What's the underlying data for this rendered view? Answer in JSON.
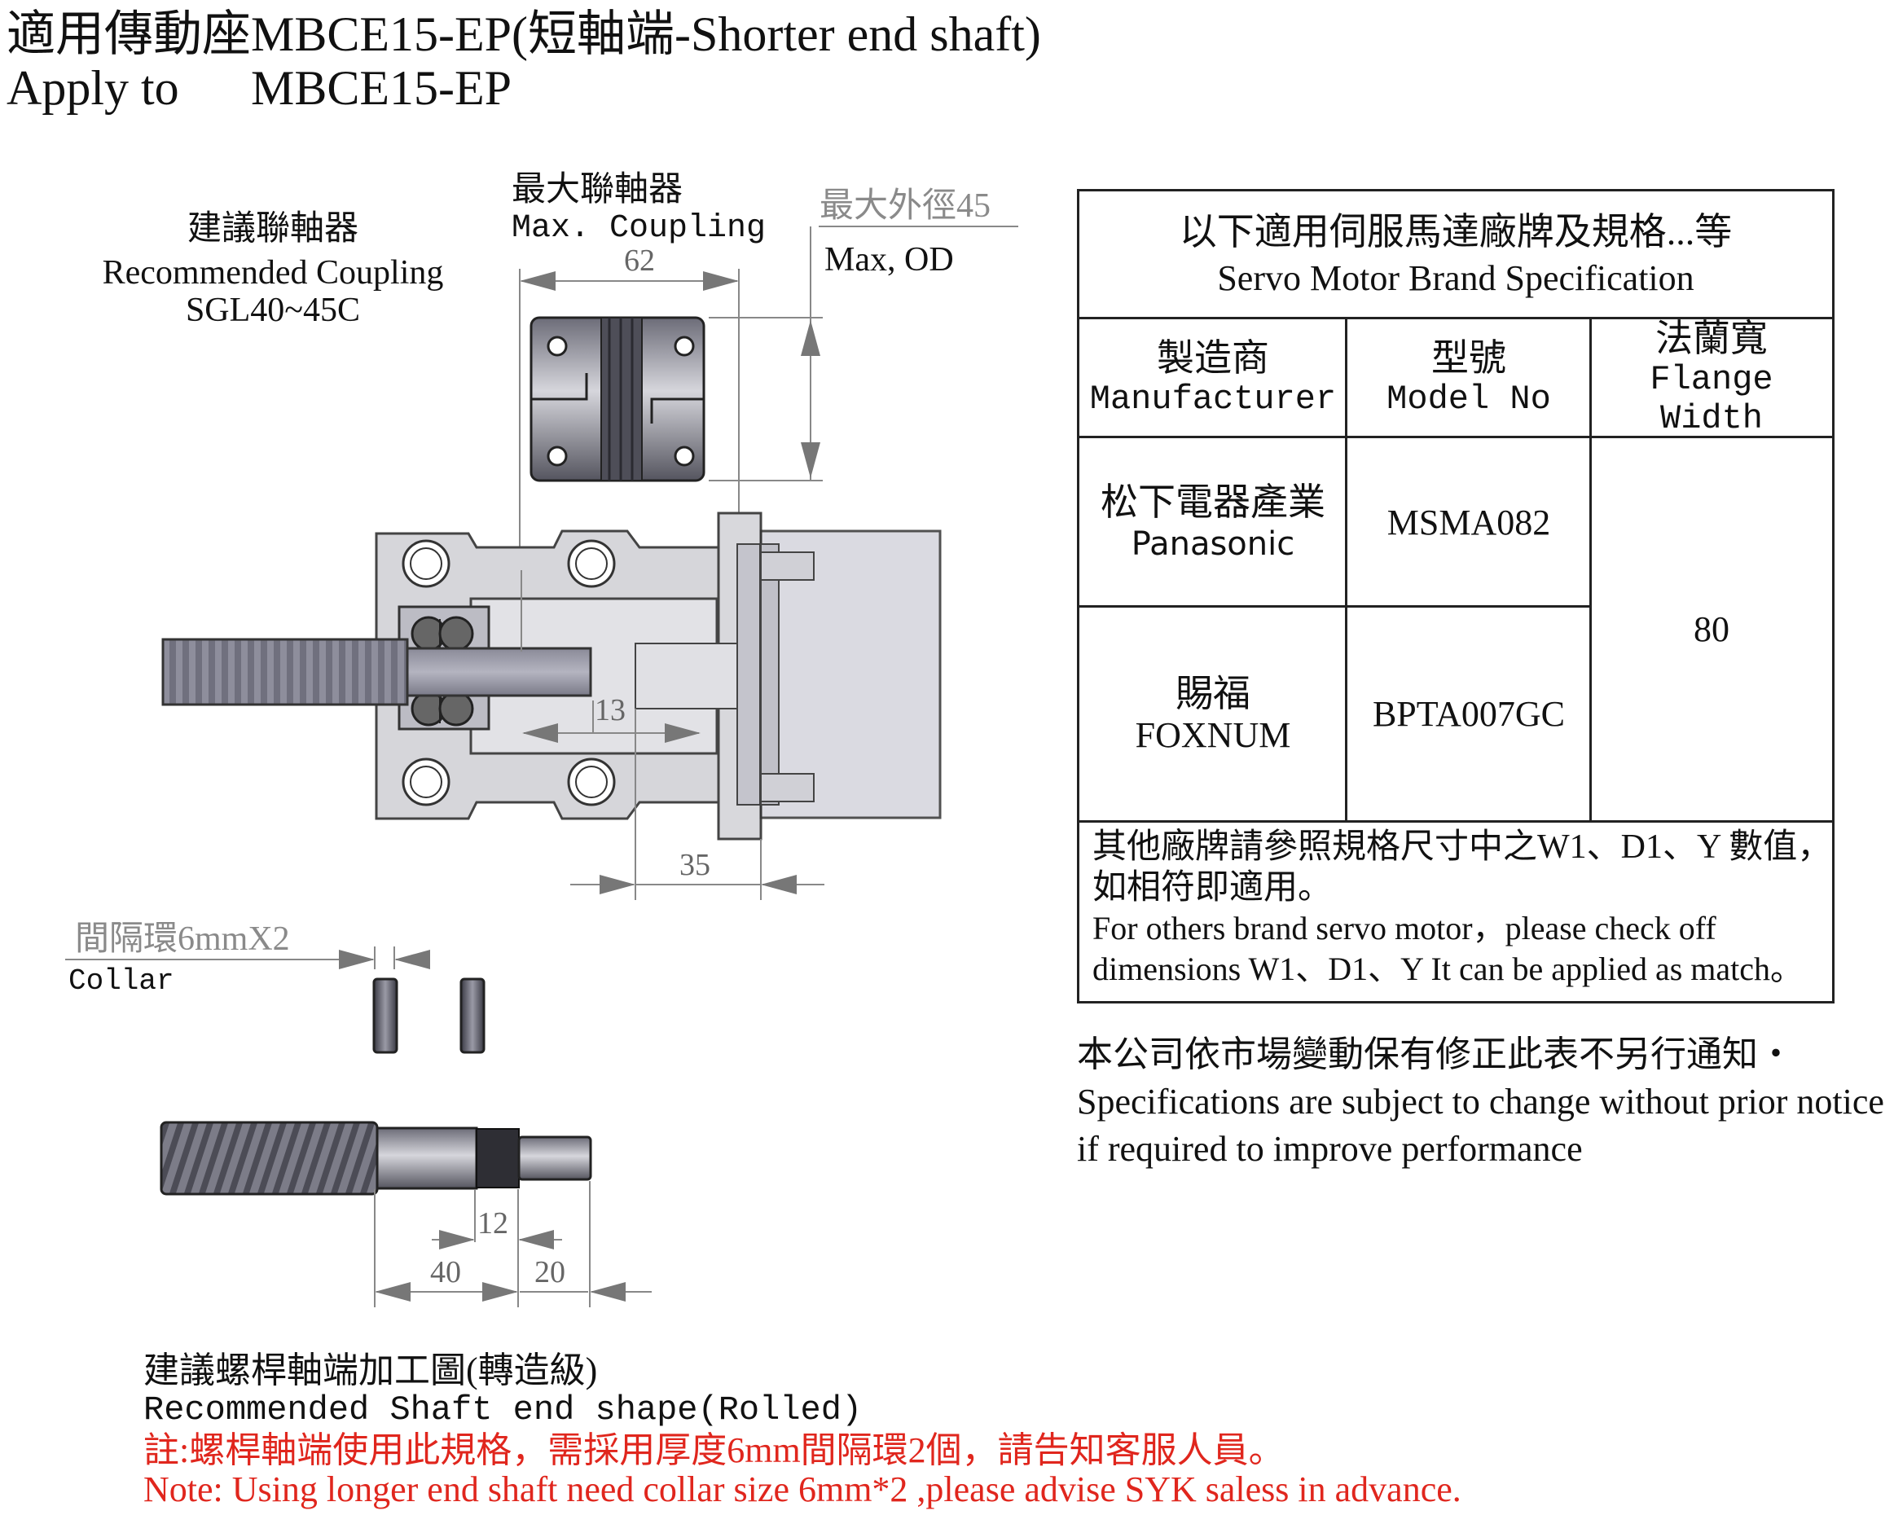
{
  "title": {
    "line1": "適用傳動座MBCE15-EP(短軸端-Shorter end shaft)",
    "line2_prefix": "Apply to",
    "line2_model": "MBCE15-EP"
  },
  "labels": {
    "recommended_coupling_zh": "建議聯軸器",
    "recommended_coupling_en": "Recommended Coupling",
    "recommended_coupling_model": "SGL40~45C",
    "max_coupling_zh": "最大聯軸器",
    "max_coupling_en": "Max. Coupling",
    "max_od_zh": "最大外徑45",
    "max_od_en": "Max, OD",
    "collar_zh": "間隔環6mmX2",
    "collar_en": "Collar"
  },
  "dimensions": {
    "coupling_length": "62",
    "dim_13": "13",
    "dim_35": "35",
    "dim_12": "12",
    "dim_40": "40",
    "dim_20": "20"
  },
  "spec_table": {
    "header_zh": "以下適用伺服馬達廠牌及規格...等",
    "header_en": "Servo Motor Brand Specification",
    "columns": [
      {
        "zh": "製造商",
        "en": "Manufacturer"
      },
      {
        "zh": "型號",
        "en": "Model No"
      },
      {
        "zh": "法蘭寬",
        "en": "Flange Width"
      }
    ],
    "rows": [
      {
        "maker_zh": "松下電器產業",
        "maker_en": "Panasonic",
        "model": "MSMA082"
      },
      {
        "maker_zh": "賜福",
        "maker_en": "FOXNUM",
        "model": "BPTA007GC"
      }
    ],
    "flange_width": "80",
    "note_zh_1": "其他廠牌請參照規格尺寸中之W1、D1、Y 數值，",
    "note_zh_2": "如相符即適用。",
    "note_en_1": "For others brand servo motor，please check off",
    "note_en_2": "dimensions W1、D1、Y It can be applied as match。"
  },
  "notice": {
    "zh": "本公司依市場變動保有修正此表不另行通知‧",
    "en_1": "Specifications are subject to change without prior notice",
    "en_2": "if required to improve performance"
  },
  "shaft_section": {
    "title_zh": "建議螺桿軸端加工圖(轉造級)",
    "title_en": "Recommended Shaft end shape(Rolled)",
    "note_zh": "註:螺桿軸端使用此規格，需採用厚度6mm間隔環2個，請告知客服人員。",
    "note_en": "Note: Using longer end shaft need collar size 6mm*2  ,please advise SYK  saless in advance."
  },
  "colors": {
    "note_red": "#e0261d",
    "line_gray": "#8a8a8a",
    "metal_dark": "#5a5a66",
    "metal_light": "#c8c8cc"
  }
}
